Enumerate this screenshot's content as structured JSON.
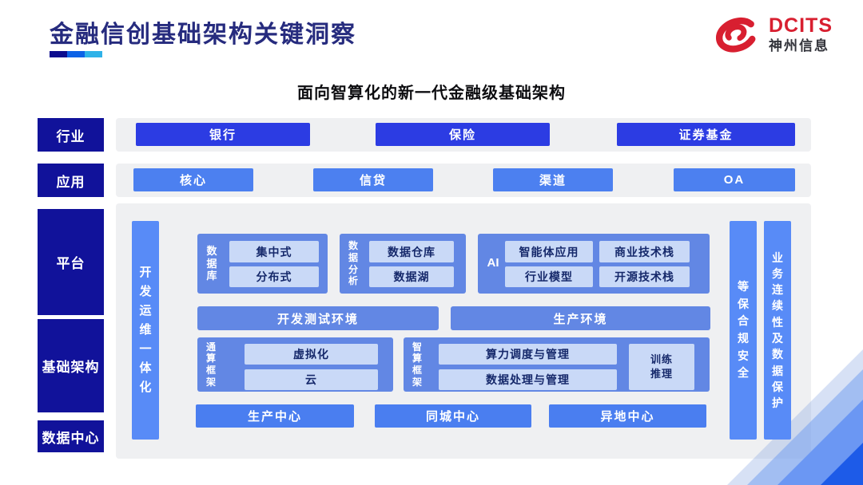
{
  "header": {
    "title": "金融信创基础架构关键洞察",
    "logo": {
      "brand": "DCITS",
      "company": "神州信息"
    }
  },
  "subtitle": "面向智算化的新一代金融级基础架构",
  "layers": {
    "industry": "行业",
    "application": "应用",
    "platform": "平台",
    "infrastructure": "基础架构",
    "datacenter": "数据中心"
  },
  "industry_items": [
    "银行",
    "保险",
    "证券基金"
  ],
  "application_items": [
    "核心",
    "信贷",
    "渠道",
    "OA"
  ],
  "platform": {
    "devops_bar": "开发运维一体化",
    "database": {
      "label": "数据库",
      "items": [
        "集中式",
        "分布式"
      ]
    },
    "analytics": {
      "label": "数据分析",
      "items": [
        "数据仓库",
        "数据湖"
      ]
    },
    "ai": {
      "label": "AI",
      "items": [
        "智能体应用",
        "商业技术栈",
        "行业模型",
        "开源技术栈"
      ]
    },
    "dev_env": "开发测试环境",
    "prod_env": "生产环境",
    "general_compute": {
      "label": "通算框架",
      "items": [
        "虚拟化",
        "云"
      ]
    },
    "ai_compute": {
      "label": "智算框架",
      "items": [
        "算力调度与管理",
        "数据处理与管理"
      ],
      "side": "训练\n推理"
    },
    "centers": [
      "生产中心",
      "同城中心",
      "异地中心"
    ],
    "security_bar": "等保合规安全",
    "continuity_bar": "业务连续性及数据保护"
  },
  "colors": {
    "title": "#262b7e",
    "sidebar": "#11129a",
    "industry_button": "#2c3ce3",
    "application_button": "#4c80f0",
    "group_box": "#6287e4",
    "inner_box": "#c9d9f7",
    "inner_text": "#16296b",
    "vertical_bar": "#588bf7",
    "row_background": "#eff0f2",
    "logo_red": "#d81f30",
    "underline_segments": [
      "#0c0c8e",
      "#0d62e6",
      "#2fb2e8"
    ]
  }
}
